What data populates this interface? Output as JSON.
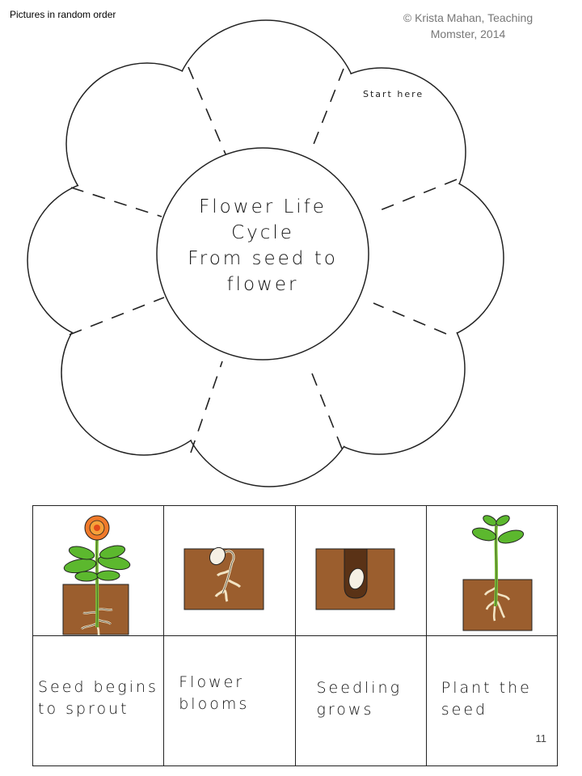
{
  "header": {
    "note": "Pictures in random order",
    "copyright_line1": "© Krista Mahan, Teaching",
    "copyright_line2": "Momster, 2014"
  },
  "flower": {
    "start_label": "Start here",
    "title_lines": [
      "Flower Life",
      "Cycle",
      "From seed to",
      "flower"
    ]
  },
  "cards": [
    {
      "picture": "blooming-flower",
      "label_lines": [
        "Seed begins",
        "to sprout"
      ]
    },
    {
      "picture": "sprouting-seed",
      "label_lines": [
        "Flower",
        "blooms"
      ]
    },
    {
      "picture": "seed-in-soil",
      "label_lines": [
        "Seedling",
        "grows"
      ]
    },
    {
      "picture": "seedling",
      "label_lines": [
        "Plant the",
        "seed"
      ]
    }
  ],
  "page_number": "11",
  "colors": {
    "soil": "#9b5e2e",
    "leaf": "#5cb82e",
    "stem": "#7ec43a",
    "root": "#f2e4c4",
    "petal": "#f07a2a",
    "seed": "#f6f0e4"
  }
}
